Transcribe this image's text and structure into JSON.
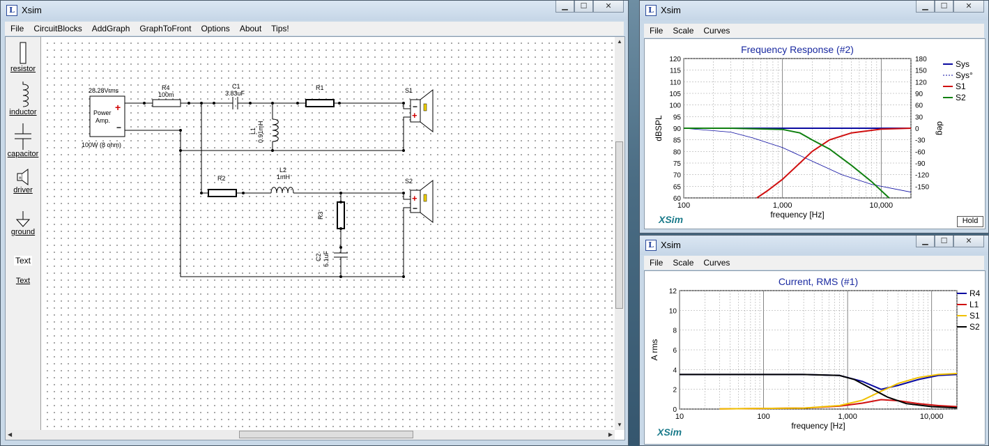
{
  "main_window": {
    "title": "Xsim",
    "menu": [
      "File",
      "CircuitBlocks",
      "AddGraph",
      "GraphToFront",
      "Options",
      "About",
      "Tips!"
    ],
    "palette": [
      {
        "label": "resistor",
        "icon": "resistor-icon"
      },
      {
        "label": "inductor",
        "icon": "inductor-icon"
      },
      {
        "label": "capacitor",
        "icon": "capacitor-icon"
      },
      {
        "label": "driver",
        "icon": "driver-icon"
      },
      {
        "label": "ground",
        "icon": "ground-icon"
      },
      {
        "label": "Text",
        "icon": "text-icon"
      },
      {
        "label": "Text",
        "icon": "text-icon"
      }
    ],
    "circuit": {
      "source_top": "28.28Vrms",
      "source_name_line1": "Power",
      "source_name_line2": "Amp.",
      "source_bottom": "100W (8 ohm)",
      "r4_name": "R4",
      "r4_value": "100m",
      "c1_name": "C1",
      "c1_value": "3.83uF",
      "r1_name": "R1",
      "l1_name": "L1",
      "l1_value": "0.91mH",
      "s1_name": "S1",
      "r2_name": "R2",
      "l2_name": "L2",
      "l2_value": "1mH",
      "r3_name": "R3",
      "c2_name": "C2",
      "c2_value": "5.1uF",
      "s2_name": "S2",
      "plus": "+",
      "minus": "−"
    }
  },
  "graph1": {
    "window_title": "Xsim",
    "menu": [
      "File",
      "Scale",
      "Curves"
    ],
    "brand": "XSim",
    "hold_label": "Hold",
    "chart_data": {
      "type": "line",
      "title": "Frequency Response (#2)",
      "xlabel": "frequency [Hz]",
      "ylabel": "dBSPL",
      "y2label": "deg",
      "x_scale": "log",
      "xlim": [
        100,
        20000
      ],
      "ylim": [
        60,
        120
      ],
      "y2lim": [
        -180,
        180
      ],
      "x_ticks": [
        "100",
        "1,000",
        "10,000"
      ],
      "y_ticks": [
        "120",
        "115",
        "110",
        "105",
        "100",
        "95",
        "90",
        "85",
        "80",
        "75",
        "70",
        "65",
        "60"
      ],
      "y2_ticks": [
        "180",
        "150",
        "120",
        "90",
        "60",
        "30",
        "0",
        "-30",
        "-60",
        "-90",
        "-120",
        "-150"
      ],
      "grid": true,
      "legend_position": "right",
      "series": [
        {
          "name": "Sys",
          "color": "#0a0aa0",
          "style": "solid",
          "x": [
            100,
            300,
            1000,
            3000,
            10000,
            20000
          ],
          "y": [
            90,
            90,
            90,
            90,
            90,
            90
          ]
        },
        {
          "name": "Sys°",
          "color": "#0a0aa0",
          "style": "dashed",
          "axis": "y2",
          "x": [
            100,
            300,
            500,
            1000,
            2000,
            4000,
            8000,
            20000
          ],
          "y": [
            0,
            -10,
            -25,
            -50,
            -85,
            -120,
            -145,
            -165
          ]
        },
        {
          "name": "S1",
          "color": "#d01010",
          "style": "solid",
          "x": [
            550,
            700,
            1000,
            1500,
            2000,
            3000,
            5000,
            10000,
            20000
          ],
          "y": [
            60,
            63,
            68,
            75,
            80,
            85,
            88,
            89.6,
            90
          ]
        },
        {
          "name": "S2",
          "color": "#108010",
          "style": "solid",
          "x": [
            100,
            300,
            1000,
            1500,
            2000,
            3000,
            5000,
            8000,
            12000
          ],
          "y": [
            90,
            90,
            89.5,
            88,
            85,
            81,
            74,
            67,
            60
          ]
        }
      ]
    }
  },
  "graph2": {
    "window_title": "Xsim",
    "menu": [
      "File",
      "Scale",
      "Curves"
    ],
    "brand": "XSim",
    "chart_data": {
      "type": "line",
      "title": "Current, RMS (#1)",
      "xlabel": "frequency [Hz]",
      "ylabel": "A rms",
      "x_scale": "log",
      "xlim": [
        10,
        20000
      ],
      "ylim": [
        0,
        12
      ],
      "x_ticks": [
        "10",
        "100",
        "1,000",
        "10,000"
      ],
      "y_ticks": [
        "12",
        "10",
        "8",
        "6",
        "4",
        "2",
        "0"
      ],
      "grid": true,
      "legend_position": "right",
      "series": [
        {
          "name": "R4",
          "color": "#0a0aa0",
          "x": [
            10,
            300,
            800,
            1500,
            2500,
            4000,
            7000,
            12000,
            20000
          ],
          "y": [
            3.5,
            3.5,
            3.4,
            2.8,
            2.0,
            2.4,
            3.0,
            3.4,
            3.5
          ]
        },
        {
          "name": "L1",
          "color": "#d01010",
          "x": [
            30,
            300,
            800,
            1500,
            2500,
            4000,
            7000,
            12000,
            20000
          ],
          "y": [
            0.02,
            0.1,
            0.3,
            0.6,
            0.95,
            0.85,
            0.55,
            0.35,
            0.25
          ]
        },
        {
          "name": "S1",
          "color": "#f0c000",
          "x": [
            30,
            300,
            800,
            1500,
            2500,
            4000,
            7000,
            12000,
            20000
          ],
          "y": [
            0.02,
            0.1,
            0.35,
            0.9,
            1.8,
            2.6,
            3.2,
            3.5,
            3.6
          ]
        },
        {
          "name": "S2",
          "color": "#000000",
          "x": [
            10,
            300,
            800,
            1200,
            2000,
            3000,
            5000,
            10000,
            20000
          ],
          "y": [
            3.5,
            3.5,
            3.4,
            3.0,
            2.0,
            1.2,
            0.55,
            0.25,
            0.12
          ]
        }
      ]
    }
  }
}
